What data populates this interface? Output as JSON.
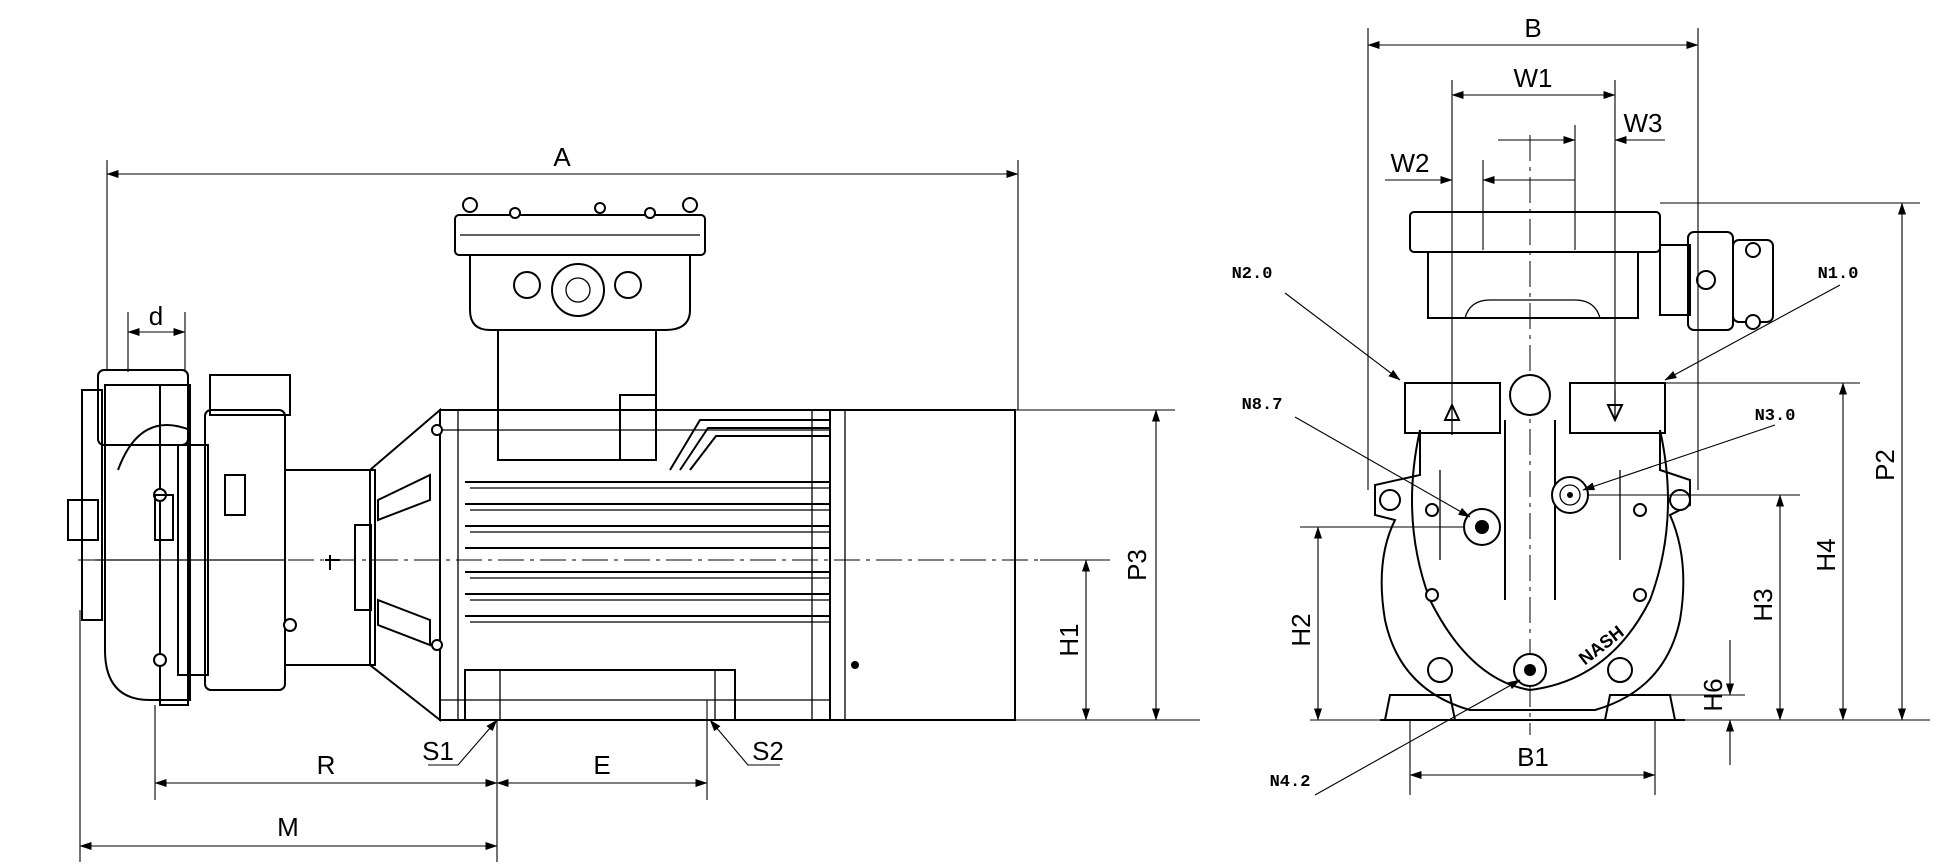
{
  "side_view": {
    "dimensions": {
      "A": "A",
      "d": "d",
      "R": "R",
      "E": "E",
      "M": "M",
      "S1": "S1",
      "S2": "S2",
      "H1": "H1",
      "P3": "P3"
    }
  },
  "end_view": {
    "dimensions": {
      "B": "B",
      "W1": "W1",
      "W2": "W2",
      "W3": "W3",
      "B1": "B1",
      "H2": "H2",
      "H3": "H3",
      "H4": "H4",
      "H6": "H6",
      "P2": "P2"
    },
    "connections": {
      "N2_0": "N2.0",
      "N1_0": "N1.0",
      "N8_7": "N8.7",
      "N3_0": "N3.0",
      "N4_2": "N4.2"
    },
    "brand": "NASH"
  }
}
